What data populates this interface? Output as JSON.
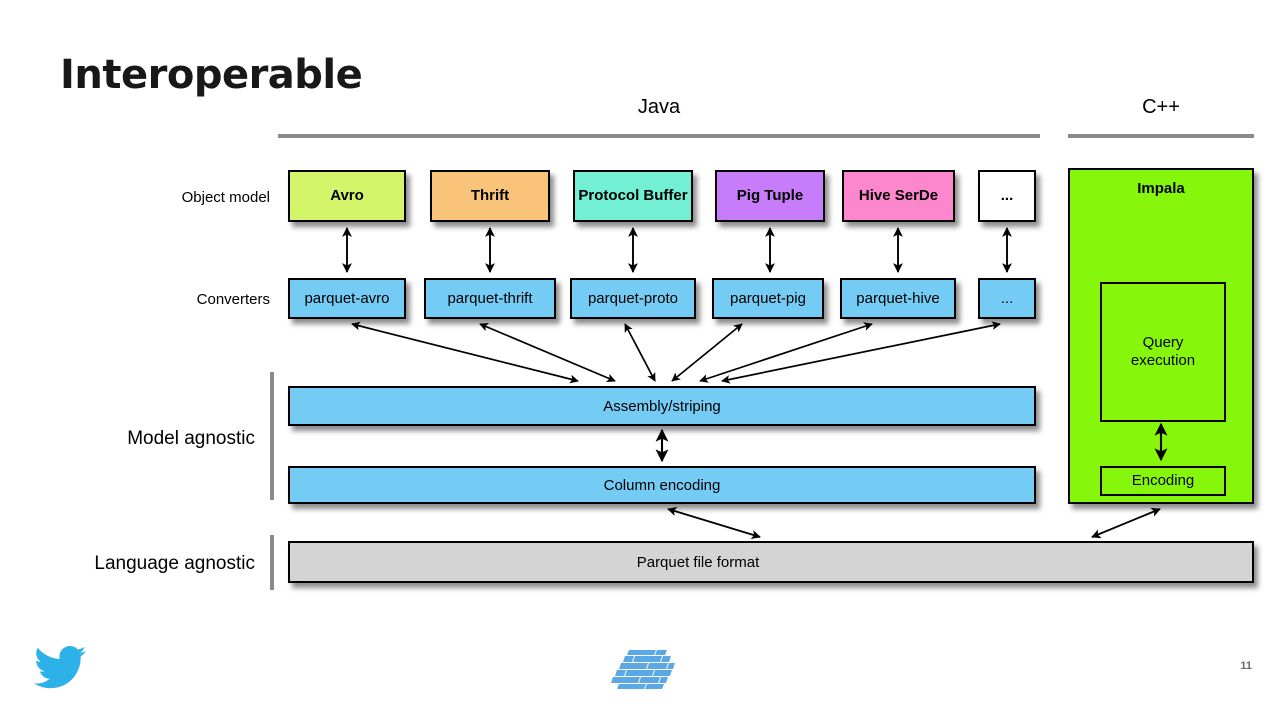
{
  "slide": {
    "title": "Interoperable",
    "page_number": "11",
    "background": "#ffffff"
  },
  "columns": [
    {
      "label": "Java",
      "id": "java"
    },
    {
      "label": "C++",
      "id": "cpp"
    }
  ],
  "row_labels": {
    "object_model": "Object model",
    "converters": "Converters",
    "model_agnostic": "Model agnostic",
    "language_agnostic": "Language agnostic"
  },
  "object_models": [
    {
      "label": "Avro",
      "color": "#d4f56a"
    },
    {
      "label": "Thrift",
      "color": "#f9c47a"
    },
    {
      "label": "Protocol Buffer",
      "color": "#73efd3"
    },
    {
      "label": "Pig Tuple",
      "color": "#c77dfa"
    },
    {
      "label": "Hive SerDe",
      "color": "#fd87cd"
    },
    {
      "label": "...",
      "color": "#ffffff"
    }
  ],
  "converters": [
    {
      "label": "parquet-avro",
      "color": "#74ccf4"
    },
    {
      "label": "parquet-thrift",
      "color": "#74ccf4"
    },
    {
      "label": "parquet-proto",
      "color": "#74ccf4"
    },
    {
      "label": "parquet-pig",
      "color": "#74ccf4"
    },
    {
      "label": "parquet-hive",
      "color": "#74ccf4"
    },
    {
      "label": "...",
      "color": "#74ccf4"
    }
  ],
  "java_layers": [
    {
      "label": "Assembly/striping",
      "color": "#74ccf4"
    },
    {
      "label": "Column encoding",
      "color": "#74ccf4"
    }
  ],
  "file_format": {
    "label": "Parquet file format",
    "color": "#d4d4d4"
  },
  "impala": {
    "title": "Impala",
    "panel_color": "#86f70a",
    "query_execution": "Query\nexecution",
    "query_execution_line1": "Query",
    "query_execution_line2": "execution",
    "encoding": "Encoding"
  },
  "colors": {
    "rule_gray": "#8a8a8a",
    "twitter_blue": "#2cb2e8",
    "parquet_blue": "#5aa9e6",
    "page_num_gray": "#6b6b6b",
    "outline": "#000000"
  },
  "logos": {
    "twitter": "twitter-bird-logo",
    "parquet": "parquet-logo"
  }
}
